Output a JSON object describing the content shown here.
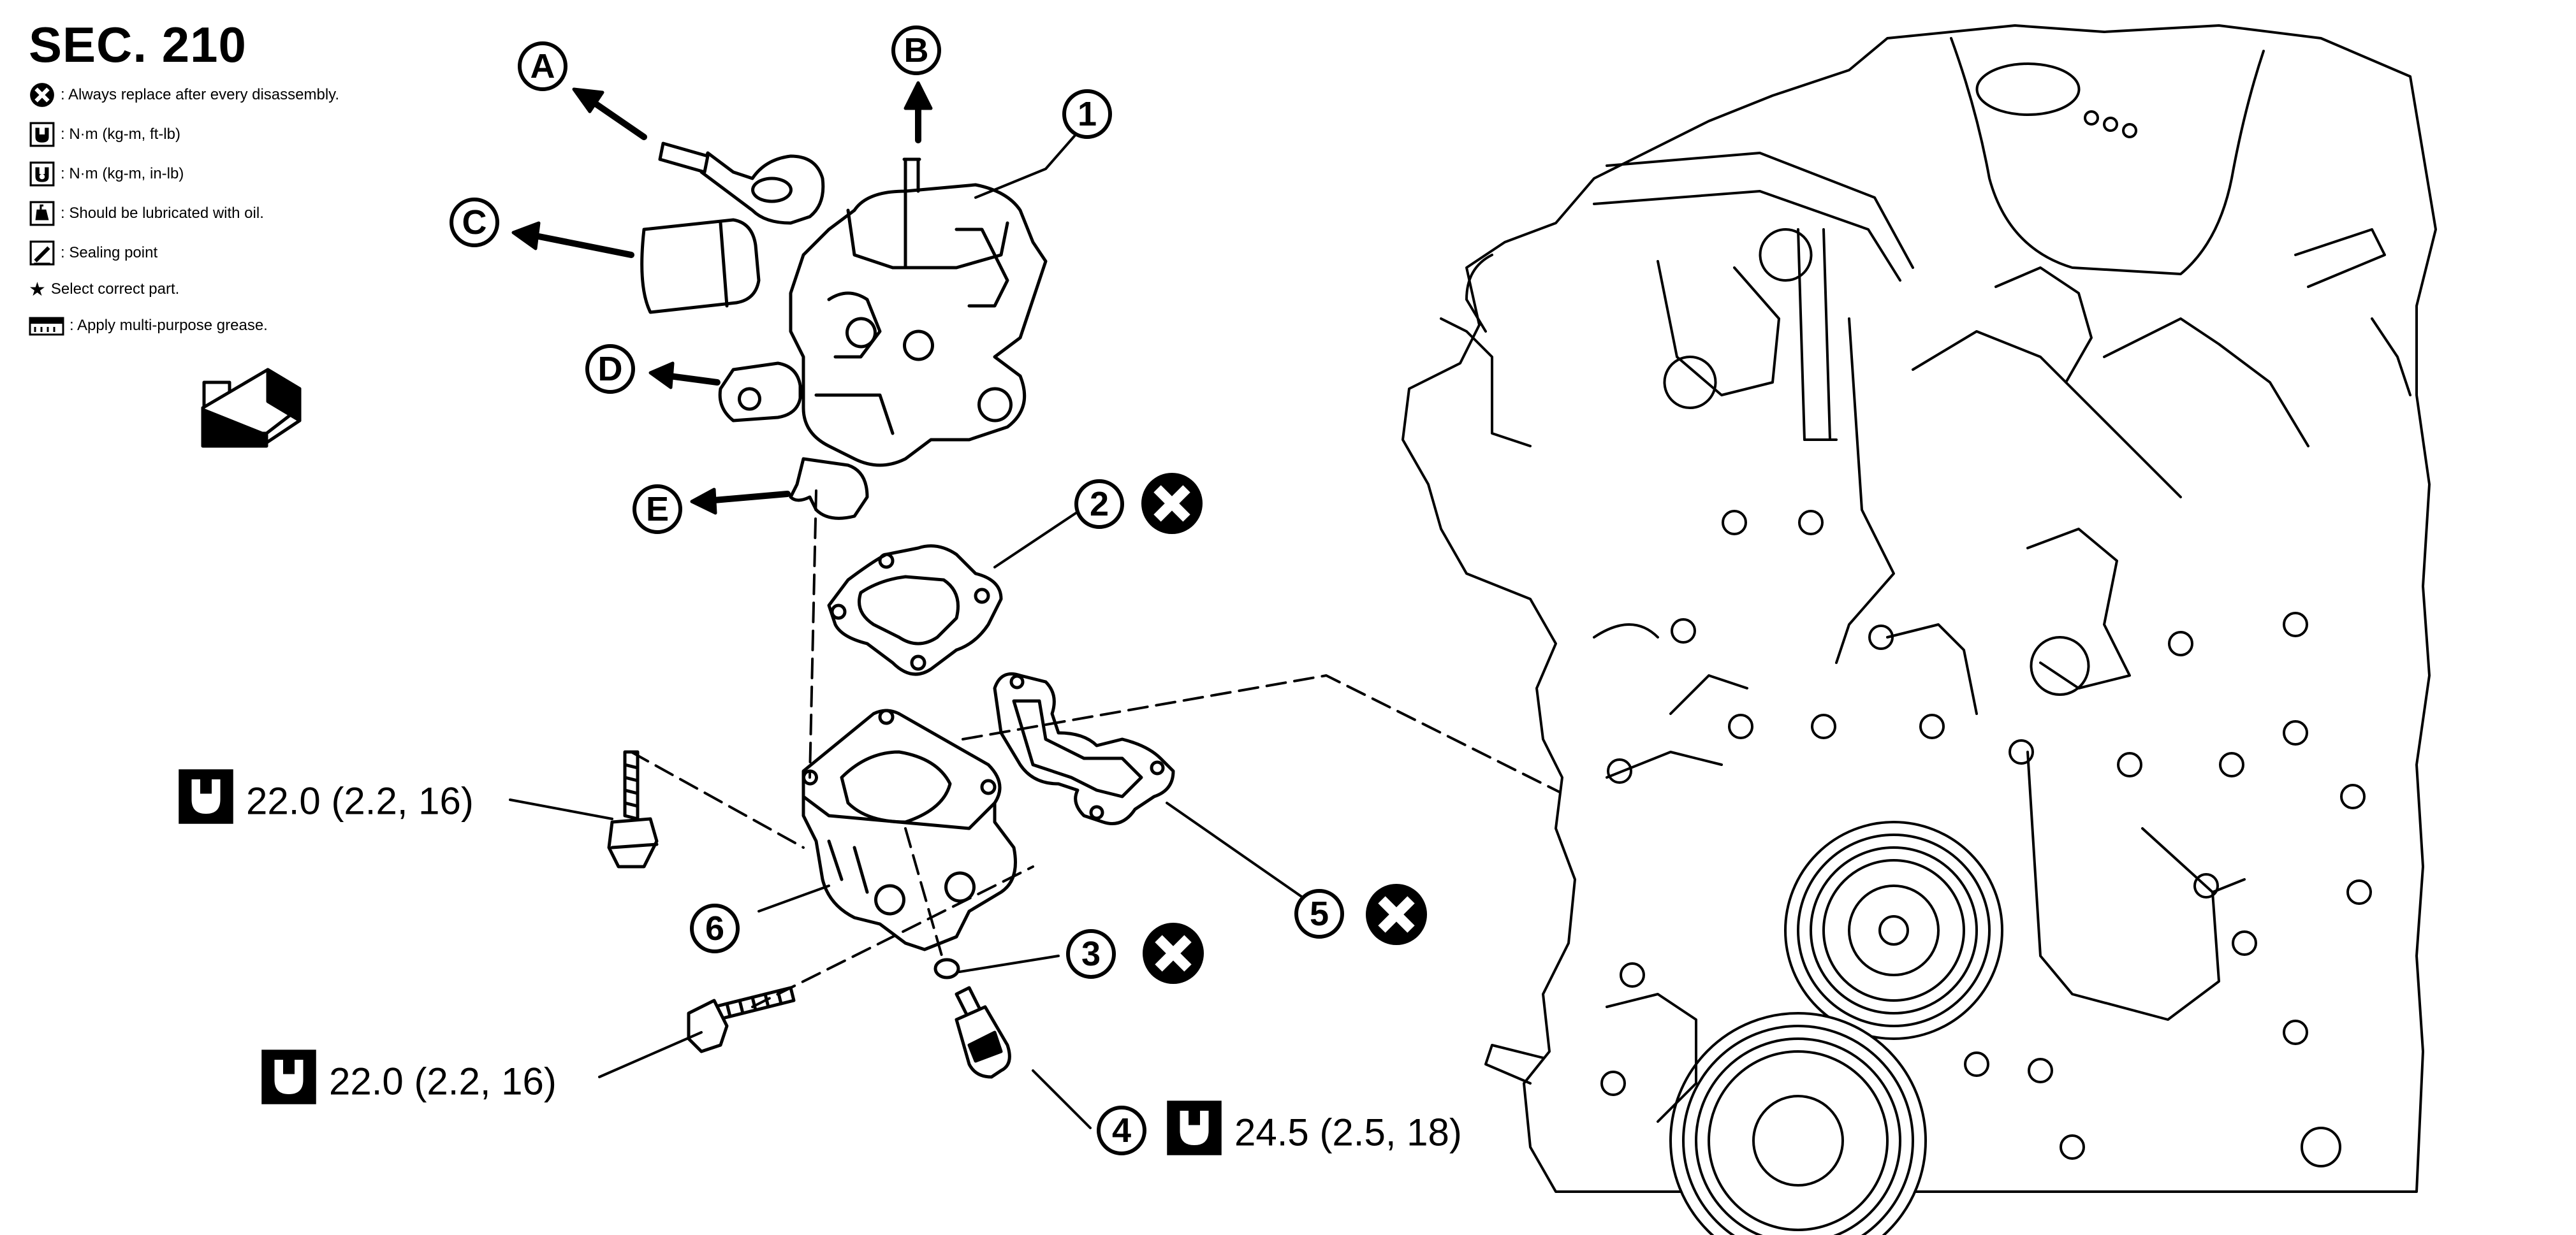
{
  "section": "SEC. 210",
  "legend": [
    {
      "icon": "replace-x-icon",
      "text": ": Always replace after every disassembly."
    },
    {
      "icon": "torque-wrench-icon",
      "text": ": N·m (kg-m, ft-lb)"
    },
    {
      "icon": "torque-wrench-small-icon",
      "text": ": N·m (kg-m, in-lb)"
    },
    {
      "icon": "oil-can-icon",
      "text": ": Should be lubricated with oil."
    },
    {
      "icon": "sealant-icon",
      "text": ": Sealing point"
    },
    {
      "icon": "star-icon",
      "text": "Select correct part."
    },
    {
      "icon": "grease-icon",
      "text": ": Apply multi-purpose grease."
    }
  ],
  "legend_star": "★",
  "directions": [
    "A",
    "B",
    "C",
    "D",
    "E"
  ],
  "callouts": [
    "1",
    "2",
    "3",
    "4",
    "5",
    "6"
  ],
  "torques": {
    "bolt_upper": "22.0 (2.2, 16)",
    "bolt_lower": "22.0 (2.2, 16)",
    "sensor": "24.5 (2.5, 18)"
  },
  "replace_parts": [
    "2",
    "3",
    "5"
  ]
}
